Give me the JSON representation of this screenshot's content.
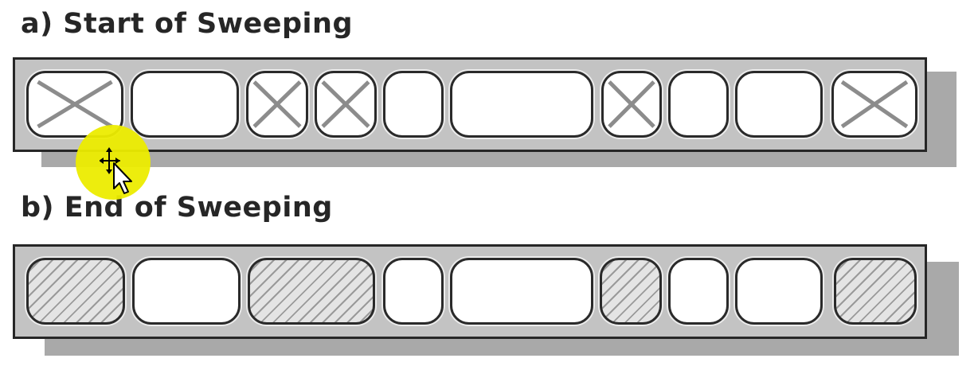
{
  "headings": {
    "start": "a) Start of Sweeping",
    "end": "b) End of Sweeping"
  },
  "colors": {
    "heap_fill": "#c3c3c3",
    "heap_shadow": "#a9a9a9",
    "block_fill": "#ffffff",
    "garbage_mark": "#8c8c8c",
    "freed_hatch": "#9a9a9a",
    "cursor_highlight": "#ecec00"
  },
  "icons": {
    "garbage": "cross-mark-icon",
    "freed": "diagonal-hatch-pattern",
    "pointer": "move-cursor-icon"
  },
  "start_blocks": [
    {
      "state": "garbage"
    },
    {
      "state": "live"
    },
    {
      "state": "garbage"
    },
    {
      "state": "garbage"
    },
    {
      "state": "live"
    },
    {
      "state": "live"
    },
    {
      "state": "garbage"
    },
    {
      "state": "live"
    },
    {
      "state": "live"
    },
    {
      "state": "garbage"
    }
  ],
  "end_blocks": [
    {
      "state": "freed"
    },
    {
      "state": "live"
    },
    {
      "state": "freed"
    },
    {
      "state": "live"
    },
    {
      "state": "live"
    },
    {
      "state": "freed"
    },
    {
      "state": "live"
    },
    {
      "state": "live"
    },
    {
      "state": "freed"
    }
  ]
}
